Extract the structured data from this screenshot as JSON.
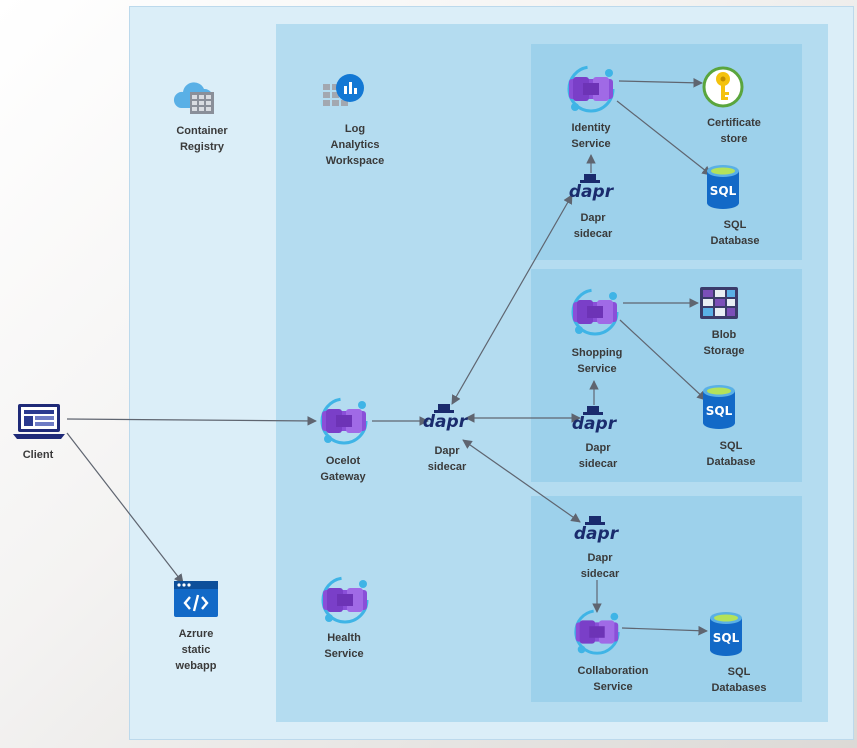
{
  "diagram": {
    "nodes": {
      "client": {
        "label": "Client",
        "icon": "laptop-icon"
      },
      "container_registry": {
        "label": "Container\nRegistry",
        "icon": "container-registry-icon"
      },
      "log_analytics": {
        "label": "Log\nAnalytics\nWorkspace",
        "icon": "log-analytics-icon"
      },
      "ocelot_gateway": {
        "label": "Ocelot\nGateway",
        "icon": "container-app-icon"
      },
      "health_service": {
        "label": "Health\nService",
        "icon": "container-app-icon"
      },
      "static_webapp": {
        "label": "Azrure\nstatic\nwebapp",
        "icon": "static-webapp-icon"
      },
      "gateway_sidecar": {
        "label": "Dapr\nsidecar",
        "icon": "dapr-icon"
      },
      "identity_service": {
        "label": "Identity\nService",
        "icon": "container-app-icon"
      },
      "identity_sidecar": {
        "label": "Dapr\nsidecar",
        "icon": "dapr-icon"
      },
      "certificate_store": {
        "label": "Certificate\nstore",
        "icon": "key-vault-icon"
      },
      "identity_sql": {
        "label": "SQL\nDatabase",
        "icon": "sql-database-icon"
      },
      "shopping_service": {
        "label": "Shopping\nService",
        "icon": "container-app-icon"
      },
      "shopping_sidecar": {
        "label": "Dapr\nsidecar",
        "icon": "dapr-icon"
      },
      "blob_storage": {
        "label": "Blob\nStorage",
        "icon": "blob-storage-icon"
      },
      "shopping_sql": {
        "label": "SQL\nDatabase",
        "icon": "sql-database-icon"
      },
      "collab_sidecar": {
        "label": "Dapr\nsidecar",
        "icon": "dapr-icon"
      },
      "collab_service": {
        "label": "Collaboration\nService",
        "icon": "container-app-icon"
      },
      "collab_sql": {
        "label": "SQL\nDatabases",
        "icon": "sql-database-icon"
      }
    },
    "icon_text": {
      "dapr": "dapr",
      "sql": "SQL"
    },
    "colors": {
      "outer_region": "#dbeef8",
      "inner_region": "#b4dcf0",
      "service_box": "#9dd1eb",
      "connector": "#5f6570",
      "container_app_purple": "#8a4fd8",
      "container_app_ring": "#3fb4e6",
      "dapr_navy": "#1a2b6d",
      "sql_blue": "#1269c7"
    },
    "edges": [
      {
        "from": "client",
        "to": "ocelot_gateway",
        "direction": "forward"
      },
      {
        "from": "client",
        "to": "static_webapp",
        "direction": "forward"
      },
      {
        "from": "ocelot_gateway",
        "to": "gateway_sidecar",
        "direction": "forward"
      },
      {
        "from": "gateway_sidecar",
        "to": "identity_sidecar",
        "direction": "both"
      },
      {
        "from": "gateway_sidecar",
        "to": "shopping_sidecar",
        "direction": "both"
      },
      {
        "from": "gateway_sidecar",
        "to": "collab_sidecar",
        "direction": "both"
      },
      {
        "from": "identity_sidecar",
        "to": "identity_service",
        "direction": "forward"
      },
      {
        "from": "identity_service",
        "to": "certificate_store",
        "direction": "forward"
      },
      {
        "from": "identity_service",
        "to": "identity_sql",
        "direction": "forward"
      },
      {
        "from": "shopping_sidecar",
        "to": "shopping_service",
        "direction": "forward"
      },
      {
        "from": "shopping_service",
        "to": "blob_storage",
        "direction": "forward"
      },
      {
        "from": "shopping_service",
        "to": "shopping_sql",
        "direction": "forward"
      },
      {
        "from": "collab_sidecar",
        "to": "collab_service",
        "direction": "forward"
      },
      {
        "from": "collab_service",
        "to": "collab_sql",
        "direction": "forward"
      }
    ]
  }
}
